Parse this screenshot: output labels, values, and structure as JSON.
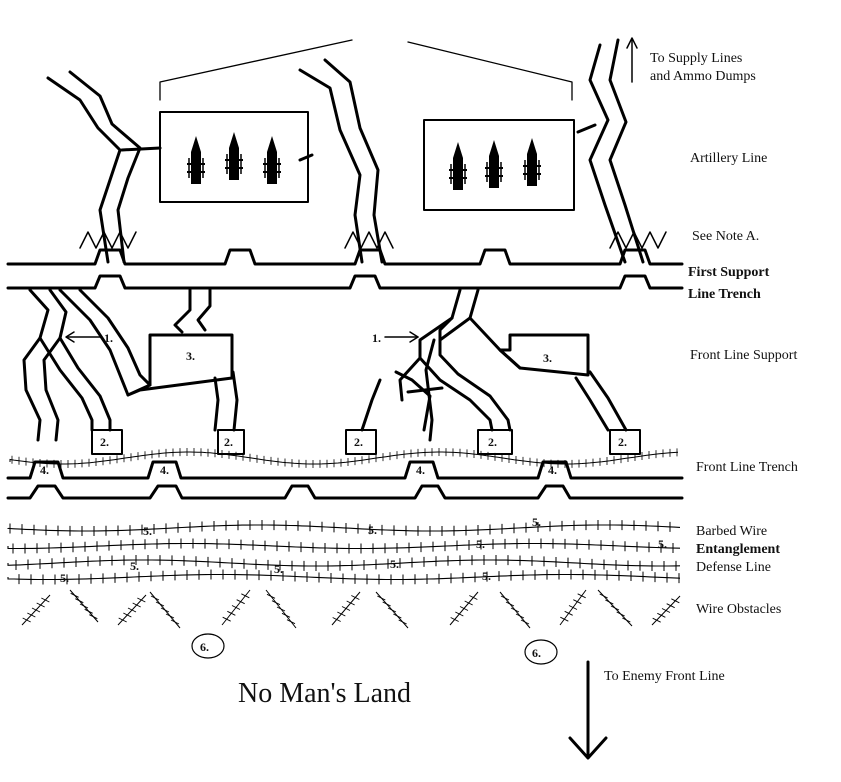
{
  "labels": {
    "supply_line1": "To Supply Lines",
    "supply_line2": "and Ammo Dumps",
    "artillery": "Artillery Line",
    "note_a": "See Note A.",
    "first_support1": "First Support",
    "first_support2": "Line Trench",
    "front_support": "Front Line Support",
    "front_trench": "Front Line Trench",
    "barbed1": "Barbed Wire",
    "barbed2": "Entanglement",
    "barbed3": "Defense Line",
    "obstacles": "Wire Obstacles",
    "enemy": "To Enemy Front Line",
    "no_mans_land": "No Man's Land"
  },
  "markers": {
    "communication_trench": "1.",
    "dugout": "2.",
    "support_bunker": "3.",
    "firing_bay": "4.",
    "wire_gap": "5.",
    "listening_post": "6."
  }
}
